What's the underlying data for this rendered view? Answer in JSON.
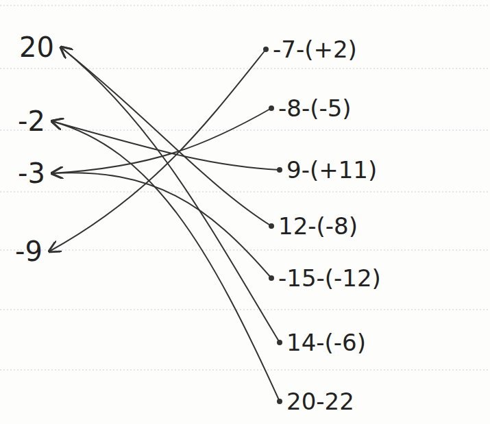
{
  "diagram": {
    "nodes": [
      {
        "text": [
          "20"
        ]
      },
      {
        "text": [
          "-2"
        ]
      },
      {
        "text": [
          "-3"
        ]
      },
      {
        "text": [
          "-9"
        ]
      },
      {
        "text": [
          "-7-(+2)"
        ]
      },
      {
        "text": [
          "-8-(-5)"
        ]
      },
      {
        "text": [
          "9-(+11)"
        ]
      },
      {
        "text": [
          "12-(-8)"
        ]
      },
      {
        "text": [
          "-15-(-12)"
        ]
      },
      {
        "text": [
          "14-(-6)"
        ]
      },
      {
        "text": [
          "20-22"
        ]
      }
    ],
    "edges": [
      {
        "from": 4,
        "to": 3,
        "arrow": "to"
      },
      {
        "from": 5,
        "to": 2,
        "arrow": "to"
      },
      {
        "from": 6,
        "to": 1,
        "arrow": "to"
      },
      {
        "from": 7,
        "to": 0,
        "arrow": "to"
      },
      {
        "from": 8,
        "to": 2,
        "arrow": "to"
      },
      {
        "from": 9,
        "to": 0,
        "arrow": "to"
      },
      {
        "from": 10,
        "to": 1,
        "arrow": "to"
      }
    ]
  }
}
